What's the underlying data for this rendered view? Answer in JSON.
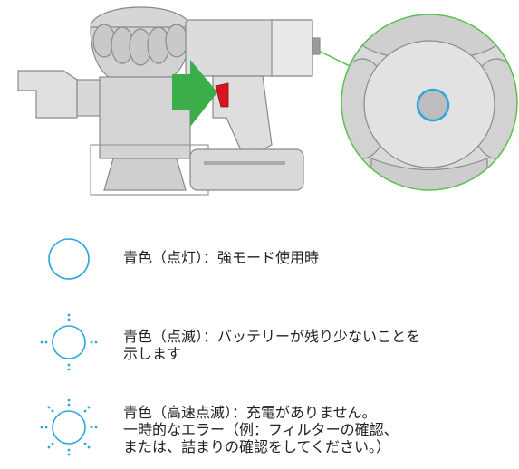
{
  "colors": {
    "indicator_blue": "#2aa7df",
    "arrow_green": "#3cae49",
    "trigger_red": "#d7141f",
    "outline_gray": "#8a8a8a",
    "body_gray": "#dcdcdc",
    "zoom_circle_green": "#5cbf52"
  },
  "legend": [
    {
      "icon": "solid-blue-circle-icon",
      "lines": [
        "青色（点灯）：強モード使用時"
      ]
    },
    {
      "icon": "blinking-blue-circle-icon",
      "lines": [
        "青色（点滅）：バッテリーが残り少ないことを",
        "示します"
      ]
    },
    {
      "icon": "fast-blinking-blue-circle-icon",
      "lines": [
        "青色（高速点滅）：充電がありません。",
        "一時的なエラー（例：フィルターの確認、",
        "または、詰まりの確認をしてください。）"
      ]
    }
  ]
}
